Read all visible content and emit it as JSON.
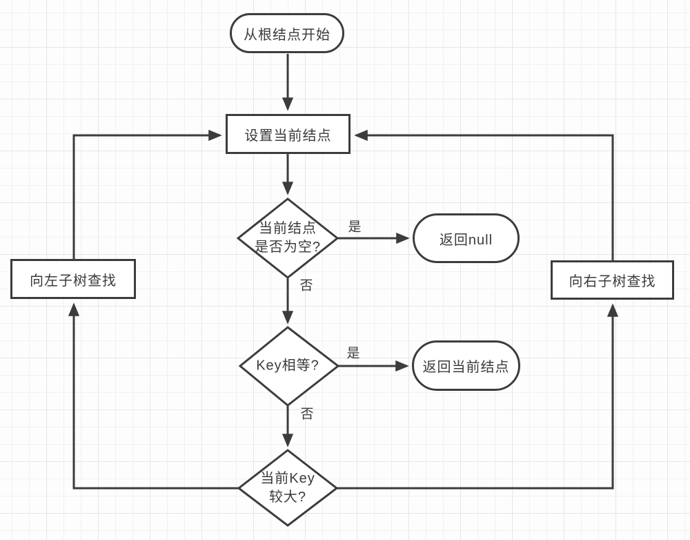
{
  "diagram": {
    "description": "Flowchart of searching a key in a binary search tree",
    "nodes": {
      "start": {
        "type": "terminator",
        "label": "从根结点开始"
      },
      "set_current": {
        "type": "process",
        "label": "设置当前结点"
      },
      "is_empty": {
        "type": "decision",
        "label_line1": "当前结点",
        "label_line2": "是否为空?"
      },
      "return_null": {
        "type": "terminator",
        "label": "返回null"
      },
      "key_equal": {
        "type": "decision",
        "label": "Key相等?"
      },
      "return_current": {
        "type": "terminator",
        "label": "返回当前结点"
      },
      "key_greater": {
        "type": "decision",
        "label_line1": "当前Key",
        "label_line2": "较大?"
      },
      "search_left": {
        "type": "process",
        "label": "向左子树查找"
      },
      "search_right": {
        "type": "process",
        "label": "向右子树查找"
      }
    },
    "edge_labels": {
      "is_empty_yes": "是",
      "is_empty_no": "否",
      "key_equal_yes": "是",
      "key_equal_no": "否"
    },
    "colors": {
      "stroke": "#3c3c3c",
      "text": "#3a3a3a",
      "background": "#fdfdfd",
      "grid_minor": "#f1f1f1",
      "grid_major": "#e6e6e6"
    }
  }
}
